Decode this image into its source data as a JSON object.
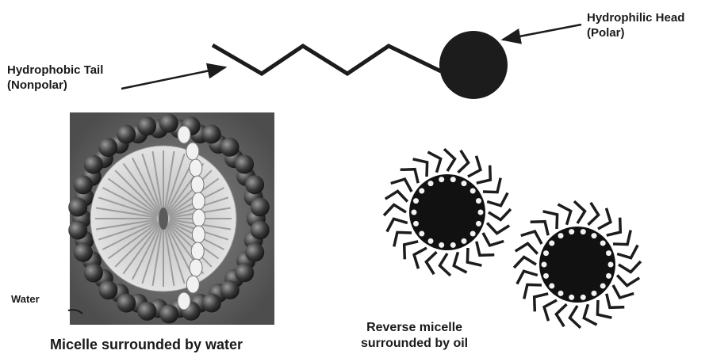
{
  "labels": {
    "tail_line1": "Hydrophobic Tail",
    "tail_line2": "(Nonpolar)",
    "head_line1": "Hydrophilic Head",
    "head_line2": "(Polar)",
    "water": "Water",
    "micelle_caption": "Micelle surrounded by water",
    "reverse_line1": "Reverse micelle",
    "reverse_line2": "surrounded by oil"
  },
  "colors": {
    "head": "#1c1c1c",
    "tail": "#1c1c1c",
    "water_sphere": "#3a3a3a",
    "micelle_bg": "#6b6b6b",
    "inner_tails": "#d8d8d8",
    "reverse_core": "#111111",
    "reverse_heads": "#f2f2f2"
  }
}
